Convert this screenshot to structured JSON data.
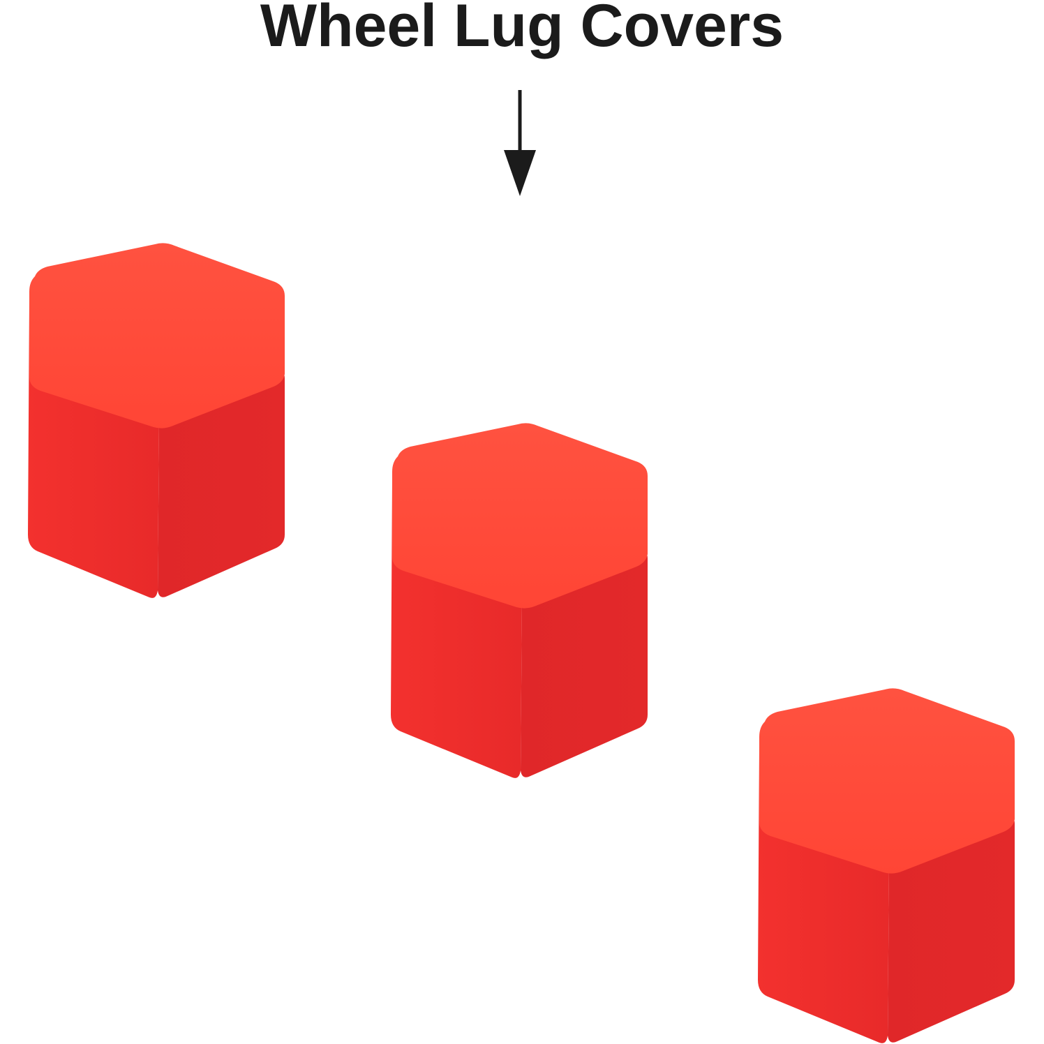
{
  "title": "Wheel Lug Covers",
  "arrow": {
    "direction": "down",
    "color": "#1b1b1b"
  },
  "product": {
    "item": "hexagonal wheel lug cover",
    "count": 3,
    "color": "#ef2d2a"
  }
}
